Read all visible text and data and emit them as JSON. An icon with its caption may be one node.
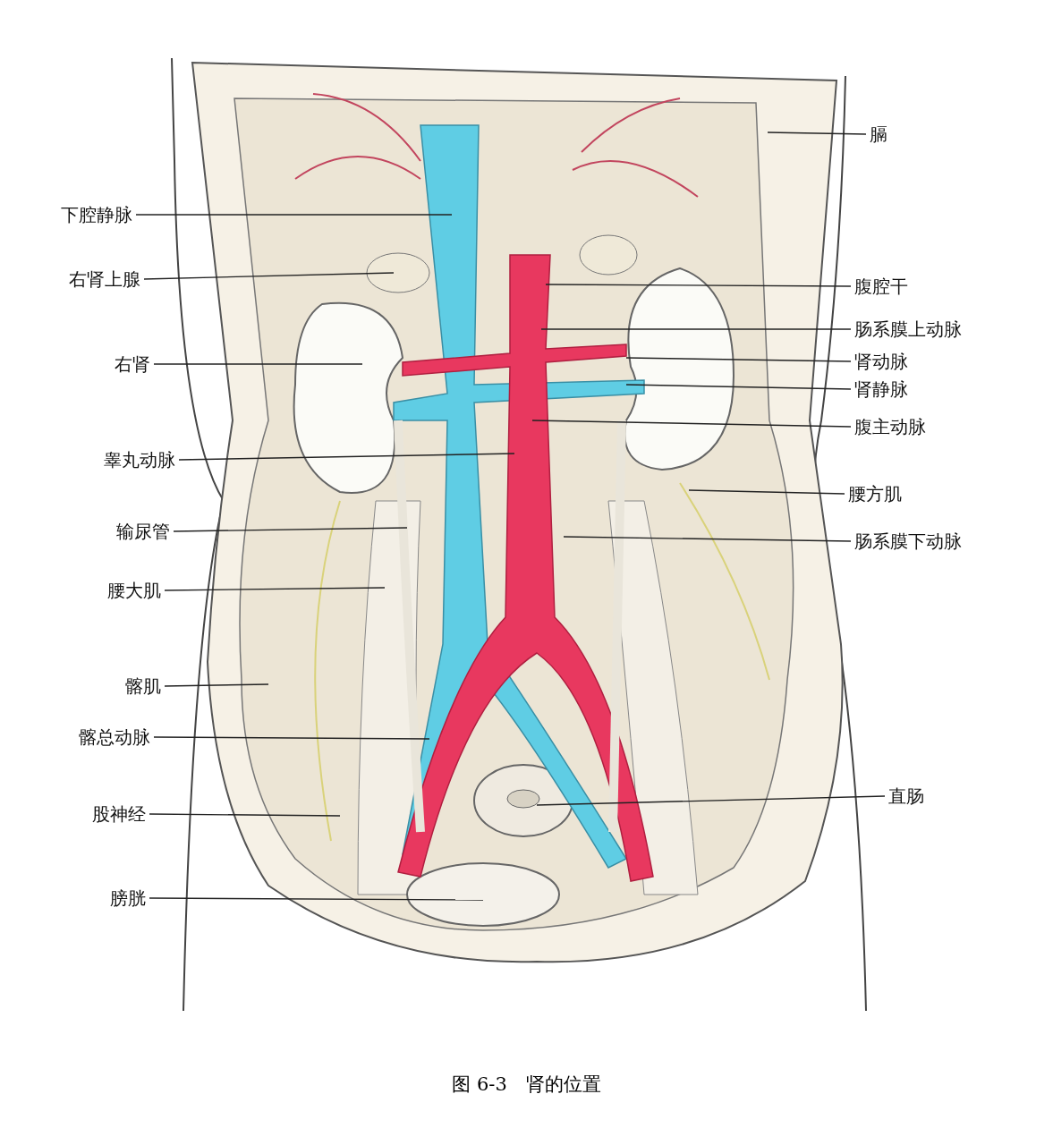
{
  "diagram": {
    "caption": "图 6-3　肾的位置",
    "nodes": [
      {
        "text": [
          "膈"
        ]
      },
      {
        "text": [
          "下腔静脉"
        ]
      },
      {
        "text": [
          "右肾上腺"
        ]
      },
      {
        "text": [
          "腹腔干"
        ]
      },
      {
        "text": [
          "肠系膜上动脉"
        ]
      },
      {
        "text": [
          "肾动脉"
        ]
      },
      {
        "text": [
          "右肾"
        ]
      },
      {
        "text": [
          "肾静脉"
        ]
      },
      {
        "text": [
          "腹主动脉"
        ]
      },
      {
        "text": [
          "睾丸动脉"
        ]
      },
      {
        "text": [
          "腰方肌"
        ]
      },
      {
        "text": [
          "输尿管"
        ]
      },
      {
        "text": [
          "肠系膜下动脉"
        ]
      },
      {
        "text": [
          "腰大肌"
        ]
      },
      {
        "text": [
          "髂肌"
        ]
      },
      {
        "text": [
          "髂总动脉"
        ]
      },
      {
        "text": [
          "直肠"
        ]
      },
      {
        "text": [
          "股神经"
        ]
      },
      {
        "text": [
          "膀胱"
        ]
      }
    ],
    "edges": [
      {
        "from": 0,
        "to": null,
        "arrow": "none"
      },
      {
        "from": 1,
        "to": null,
        "arrow": "none"
      },
      {
        "from": 2,
        "to": null,
        "arrow": "none"
      },
      {
        "from": 3,
        "to": null,
        "arrow": "none"
      },
      {
        "from": 4,
        "to": null,
        "arrow": "none"
      },
      {
        "from": 5,
        "to": null,
        "arrow": "none"
      },
      {
        "from": 6,
        "to": null,
        "arrow": "none"
      },
      {
        "from": 7,
        "to": null,
        "arrow": "none"
      },
      {
        "from": 8,
        "to": null,
        "arrow": "none"
      },
      {
        "from": 9,
        "to": null,
        "arrow": "none"
      },
      {
        "from": 10,
        "to": null,
        "arrow": "none"
      },
      {
        "from": 11,
        "to": null,
        "arrow": "none"
      },
      {
        "from": 12,
        "to": null,
        "arrow": "none"
      },
      {
        "from": 13,
        "to": null,
        "arrow": "none"
      },
      {
        "from": 14,
        "to": null,
        "arrow": "none"
      },
      {
        "from": 15,
        "to": null,
        "arrow": "none"
      },
      {
        "from": 16,
        "to": null,
        "arrow": "none"
      },
      {
        "from": 17,
        "to": null,
        "arrow": "none"
      },
      {
        "from": 18,
        "to": null,
        "arrow": "none"
      }
    ]
  }
}
